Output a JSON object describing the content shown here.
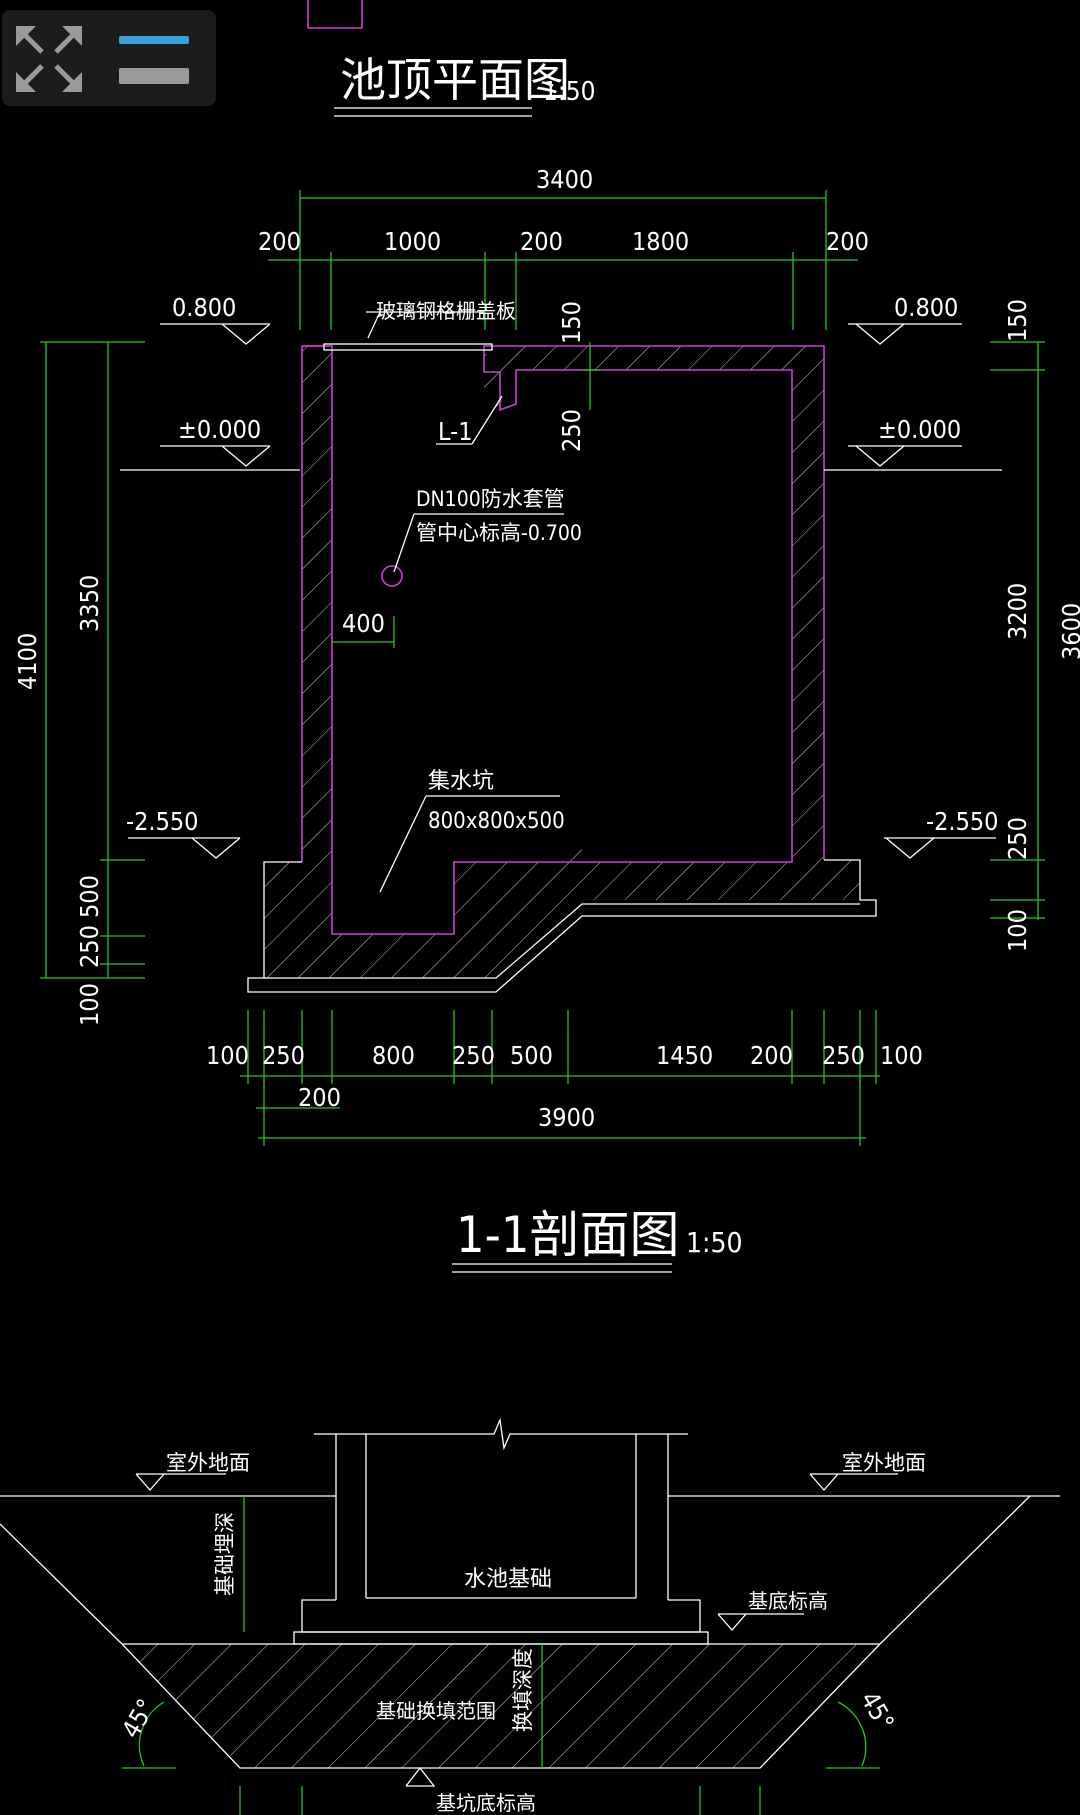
{
  "toolbar": {
    "expand_icon": "expand-arrows-icon",
    "layers_icon": "layers-icon",
    "accent_color": "#3aa0e0"
  },
  "plan": {
    "title": "池顶平面图",
    "scale": "1:50",
    "dims_top": {
      "overall": "3400",
      "d1": "200",
      "d2": "1000",
      "d3": "200",
      "d4": "1800",
      "d5": "200"
    },
    "dims_left": {
      "overall": "4100",
      "d1": "3350",
      "d2": "500",
      "d3": "250",
      "d4": "100"
    },
    "dims_right": {
      "overall": "3600",
      "d1": "150",
      "d2": "3200",
      "d3": "250",
      "d4": "100"
    },
    "dims_inner": {
      "beam_h1": "150",
      "beam_h2": "250",
      "pipe_offset": "400"
    },
    "dims_bottom": {
      "d1": "100",
      "d2": "250",
      "d3": "800",
      "d4": "250",
      "d5": "500",
      "d6": "1450",
      "d7": "200",
      "d8": "250",
      "d9": "100",
      "sub": "200",
      "overall": "3900"
    },
    "elevations": {
      "top_left": "0.800",
      "top_right": "0.800",
      "ground_left": "±0.000",
      "ground_right": "±0.000",
      "bottom_left": "-2.550",
      "bottom_right": "-2.550"
    },
    "labels": {
      "cover": "玻璃钢格栅盖板",
      "beam": "L-1",
      "pipe": "DN100防水套管",
      "pipe_elev": "管中心标高-0.700",
      "pit": "集水坑",
      "pit_size": "800x800x500"
    }
  },
  "section": {
    "title": "1-1剖面图",
    "scale": "1:50",
    "labels": {
      "ground_left": "室外地面",
      "ground_right": "室外地面",
      "depth": "基础埋深",
      "foundation": "水池基础",
      "base_elev": "基底标高",
      "replace_range": "基础换填范围",
      "replace_depth": "换填深度",
      "angle_left": "45°",
      "angle_right": "45°",
      "pit_elev": "基坑底标高"
    }
  }
}
